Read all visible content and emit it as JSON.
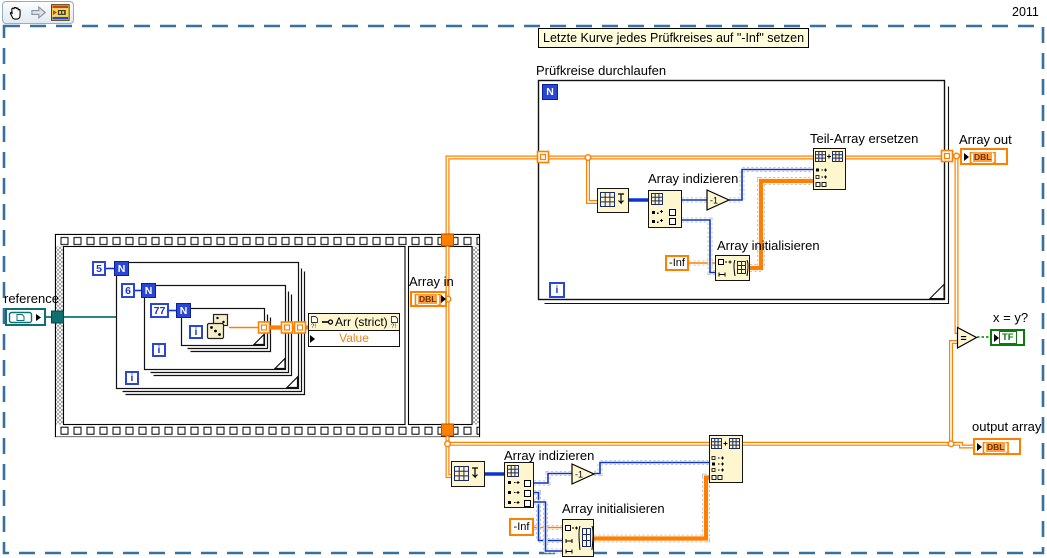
{
  "window": {
    "year": "2011",
    "comment": "Letzte Kurve jedes Prüfkreises auf \"-Inf\" setzen"
  },
  "toolbar": {
    "icons": [
      "pan-hand",
      "forward-arrow",
      "vi-icon"
    ]
  },
  "glyphs": {
    "bracket_l": "[",
    "bracket_r": "]",
    "equals": "=",
    "decrement": "-1"
  },
  "loop": {
    "label": "Prüfkreise durchlaufen",
    "count_terminal": "N",
    "iteration_terminal": "i",
    "index_label": "Array indizieren",
    "init_label": "Array initialisieren",
    "replace_label": "Teil-Array ersetzen",
    "neg_inf": "-Inf"
  },
  "bottom": {
    "index_label": "Array indizieren",
    "init_label": "Array initialisieren",
    "neg_inf": "-Inf"
  },
  "sequence": {
    "reference_label": "reference",
    "const_5": "5",
    "const_6": "6",
    "const_77": "77",
    "n": "N",
    "i": "i",
    "property_node": {
      "name": "Arr (strict)",
      "property": "Value"
    },
    "array_in": {
      "label": "Array in",
      "type": "DBL"
    }
  },
  "outputs": {
    "array_out_label": "Array out",
    "array_out_type": "DBL",
    "xy_label": "x = y?",
    "tf": "TF",
    "output_array_label": "output array",
    "output_array_type": "DBL"
  }
}
